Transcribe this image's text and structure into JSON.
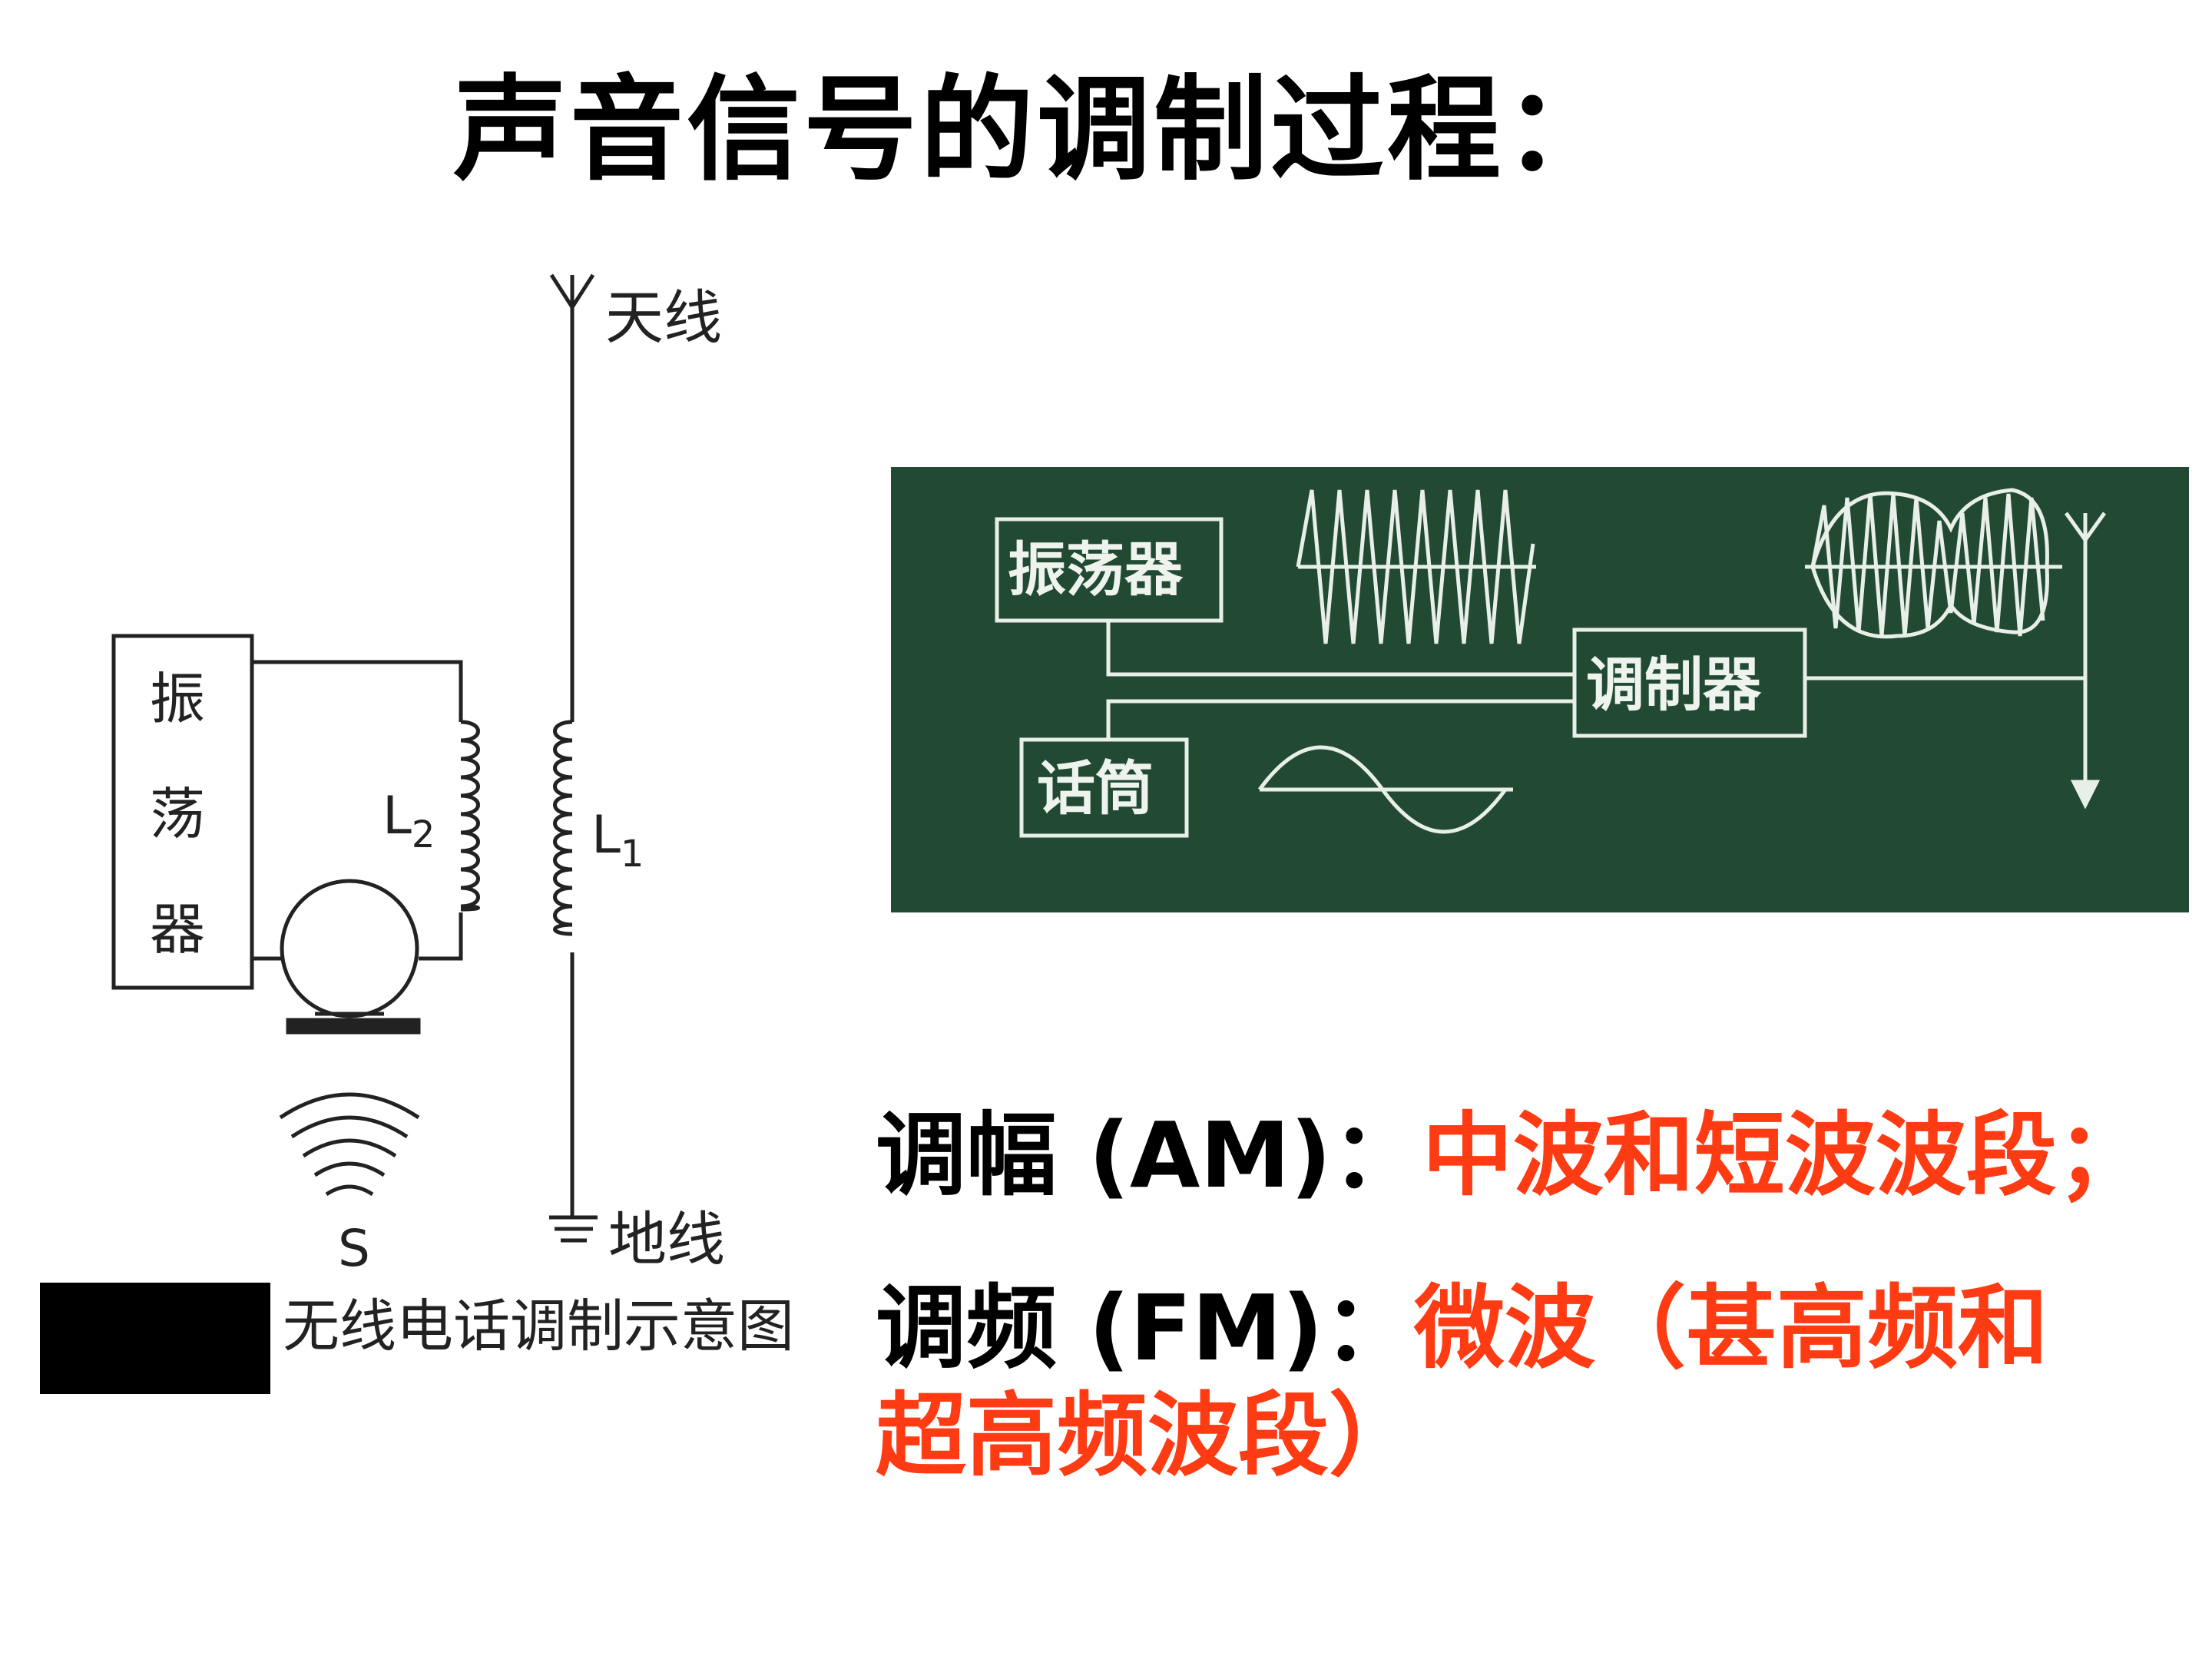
{
  "title": "声音信号的调制过程：",
  "left_diagram": {
    "antenna_label": "天线",
    "ground_label": "地线",
    "oscillator_chars": [
      "振",
      "荡",
      "器"
    ],
    "l2_label": "L",
    "l2_sub": "2",
    "l1_label": "L",
    "l1_sub": "1",
    "source_label": "S",
    "caption": "无线电话调制示意图"
  },
  "right_diagram": {
    "oscillator": "振荡器",
    "microphone": "话筒",
    "modulator": "调制器",
    "background_color": "#224a33"
  },
  "notes": {
    "am_prefix": "调幅 (AM)：",
    "am_value": "中波和短波波段；",
    "fm_prefix": "调频 (FM)：",
    "fm_value_line1": "微波（甚高频和",
    "fm_value_line2": "超高频波段）"
  },
  "colors": {
    "highlight": "#ff3b14",
    "panel": "#224a33"
  }
}
